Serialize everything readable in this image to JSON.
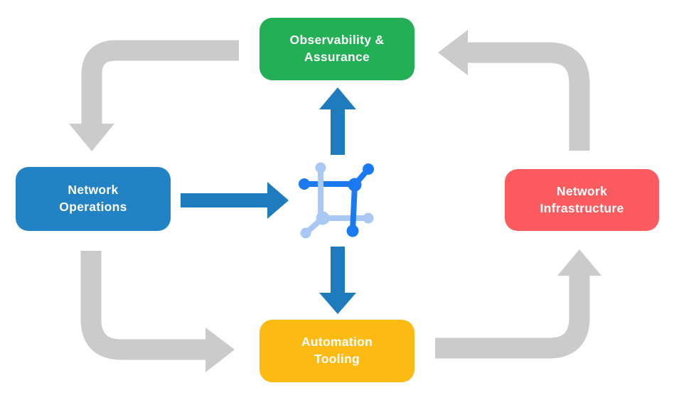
{
  "nodes": {
    "observability": {
      "label": "Observability &\nAssurance",
      "color": "#22AF55"
    },
    "operations": {
      "label": "Network\nOperations",
      "color": "#2182C4"
    },
    "infrastructure": {
      "label": "Network\nInfrastructure",
      "color": "#FC5C60"
    },
    "automation": {
      "label": "Automation\nTooling",
      "color": "#FDBA12"
    }
  },
  "center_icon": {
    "name": "network-automation-icon",
    "dark_color": "#1B7AF2",
    "light_color": "#A9C9F4"
  },
  "arrows": {
    "gray_color": "#CBCBCB",
    "blue_color": "#1E7CBE",
    "outer_cycle": [
      {
        "from": "observability",
        "to": "operations"
      },
      {
        "from": "operations",
        "to": "automation"
      },
      {
        "from": "automation",
        "to": "infrastructure"
      },
      {
        "from": "infrastructure",
        "to": "observability"
      }
    ],
    "center_links": [
      {
        "from": "operations",
        "to": "center-icon"
      },
      {
        "from": "center-icon",
        "to": "observability"
      },
      {
        "from": "center-icon",
        "to": "automation"
      }
    ]
  }
}
